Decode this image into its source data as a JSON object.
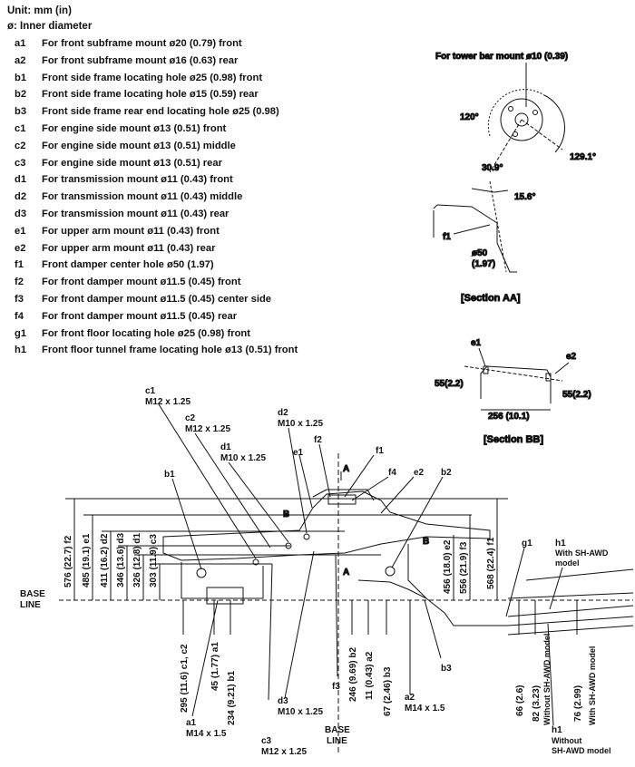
{
  "header": {
    "unit": "Unit: mm (in)",
    "diameter_note": "ø: Inner diameter"
  },
  "legend": [
    {
      "code": "a1",
      "text": "For front subframe mount ø20 (0.79) front"
    },
    {
      "code": "a2",
      "text": "For front subframe mount ø16 (0.63) rear"
    },
    {
      "code": "b1",
      "text": "Front side frame locating hole ø25 (0.98) front"
    },
    {
      "code": "b2",
      "text": "Front side frame locating hole ø15 (0.59) rear"
    },
    {
      "code": "b3",
      "text": "Front side frame rear end locating hole ø25 (0.98)"
    },
    {
      "code": "c1",
      "text": "For engine side mount ø13 (0.51) front"
    },
    {
      "code": "c2",
      "text": "For engine side mount ø13 (0.51) middle"
    },
    {
      "code": "c3",
      "text": "For engine side mount ø13 (0.51) rear"
    },
    {
      "code": "d1",
      "text": "For transmission mount ø11 (0.43) front"
    },
    {
      "code": "d2",
      "text": "For transmission mount ø11 (0.43) middle"
    },
    {
      "code": "d3",
      "text": "For transmission mount ø11 (0.43) rear"
    },
    {
      "code": "e1",
      "text": "For upper arm mount ø11 (0.43) front"
    },
    {
      "code": "e2",
      "text": "For upper arm mount ø11 (0.43) rear"
    },
    {
      "code": "f1",
      "text": "Front damper center hole ø50 (1.97)"
    },
    {
      "code": "f2",
      "text": "For front damper mount ø11.5 (0.45) front"
    },
    {
      "code": "f3",
      "text": "For front damper mount ø11.5 (0.45) center side"
    },
    {
      "code": "f4",
      "text": "For front damper mount ø11.5 (0.45) rear"
    },
    {
      "code": "g1",
      "text": "For front floor locating hole ø25 (0.98) front"
    },
    {
      "code": "h1",
      "text": "Front floor tunnel frame locating hole ø13 (0.51) front"
    }
  ],
  "section_aa": {
    "title": "[Section AA]",
    "tower_bar_label": "For tower bar mount ø10 (0.39)",
    "angle_120": "120°",
    "angle_129": "129.1°",
    "angle_30": "30.9°",
    "angle_15": "15.6°",
    "f1": "f1",
    "dia_50": "ø50",
    "dia_50_in": "(1.97)"
  },
  "section_bb": {
    "title": "[Section BB]",
    "e1": "e1",
    "e2": "e2",
    "left_dim": "55(2.2)",
    "right_dim": "55(2.2)",
    "width_dim": "256 (10.1)"
  },
  "side_view": {
    "base_line_1": "BASE",
    "base_line_2": "LINE",
    "section_a": "A",
    "section_b": "B",
    "top_labels": {
      "c1": "c1",
      "c1_thread": "M12 x 1.25",
      "c2": "c2",
      "c2_thread": "M12 x 1.25",
      "d1": "d1",
      "d1_thread": "M10 x 1.25",
      "d2": "d2",
      "d2_thread": "M10 x 1.25",
      "b1": "b1",
      "e1": "e1",
      "f2": "f2",
      "f1": "f1",
      "f4": "f4",
      "e2": "e2",
      "b2": "b2",
      "g1": "g1",
      "h1_top": "h1",
      "h1_top_note1": "With SH-AWD",
      "h1_top_note2": "model"
    },
    "bottom_labels": {
      "a1": "a1",
      "a1_thread": "M14 x 1.5",
      "c3": "c3",
      "c3_thread": "M12 x 1.25",
      "d3": "d3",
      "d3_thread": "M10 x 1.25",
      "f3": "f3",
      "b3": "b3",
      "a2": "a2",
      "a2_thread": "M14 x 1.5",
      "h1_bottom": "h1",
      "h1_bottom_note1": "Without",
      "h1_bottom_note2": "SH-AWD model"
    },
    "left_dims": [
      "576 (22.7) f2",
      "485 (19.1) e1",
      "411 (16.2) d2",
      "346 (13.6) d3",
      "326 (12.8) d1",
      "303 (11.9) c3"
    ],
    "right_dims": [
      "456 (18.0) e2",
      "556 (21.9) f3",
      "568 (22.4) f1"
    ],
    "bottom_dims": [
      "295 (11.6) c1, c2",
      "45 (1.77) a1",
      "234 (9.21) b1",
      "246 (9.69) b2",
      "11 (0.43) a2",
      "67 (2.46) b3",
      "66 (2.6)",
      "82 (3.23)",
      "76 (2.99)"
    ],
    "model_notes": {
      "without_sh": "Without SH-AWD model",
      "with_sh": "With SH-AWD model"
    }
  }
}
